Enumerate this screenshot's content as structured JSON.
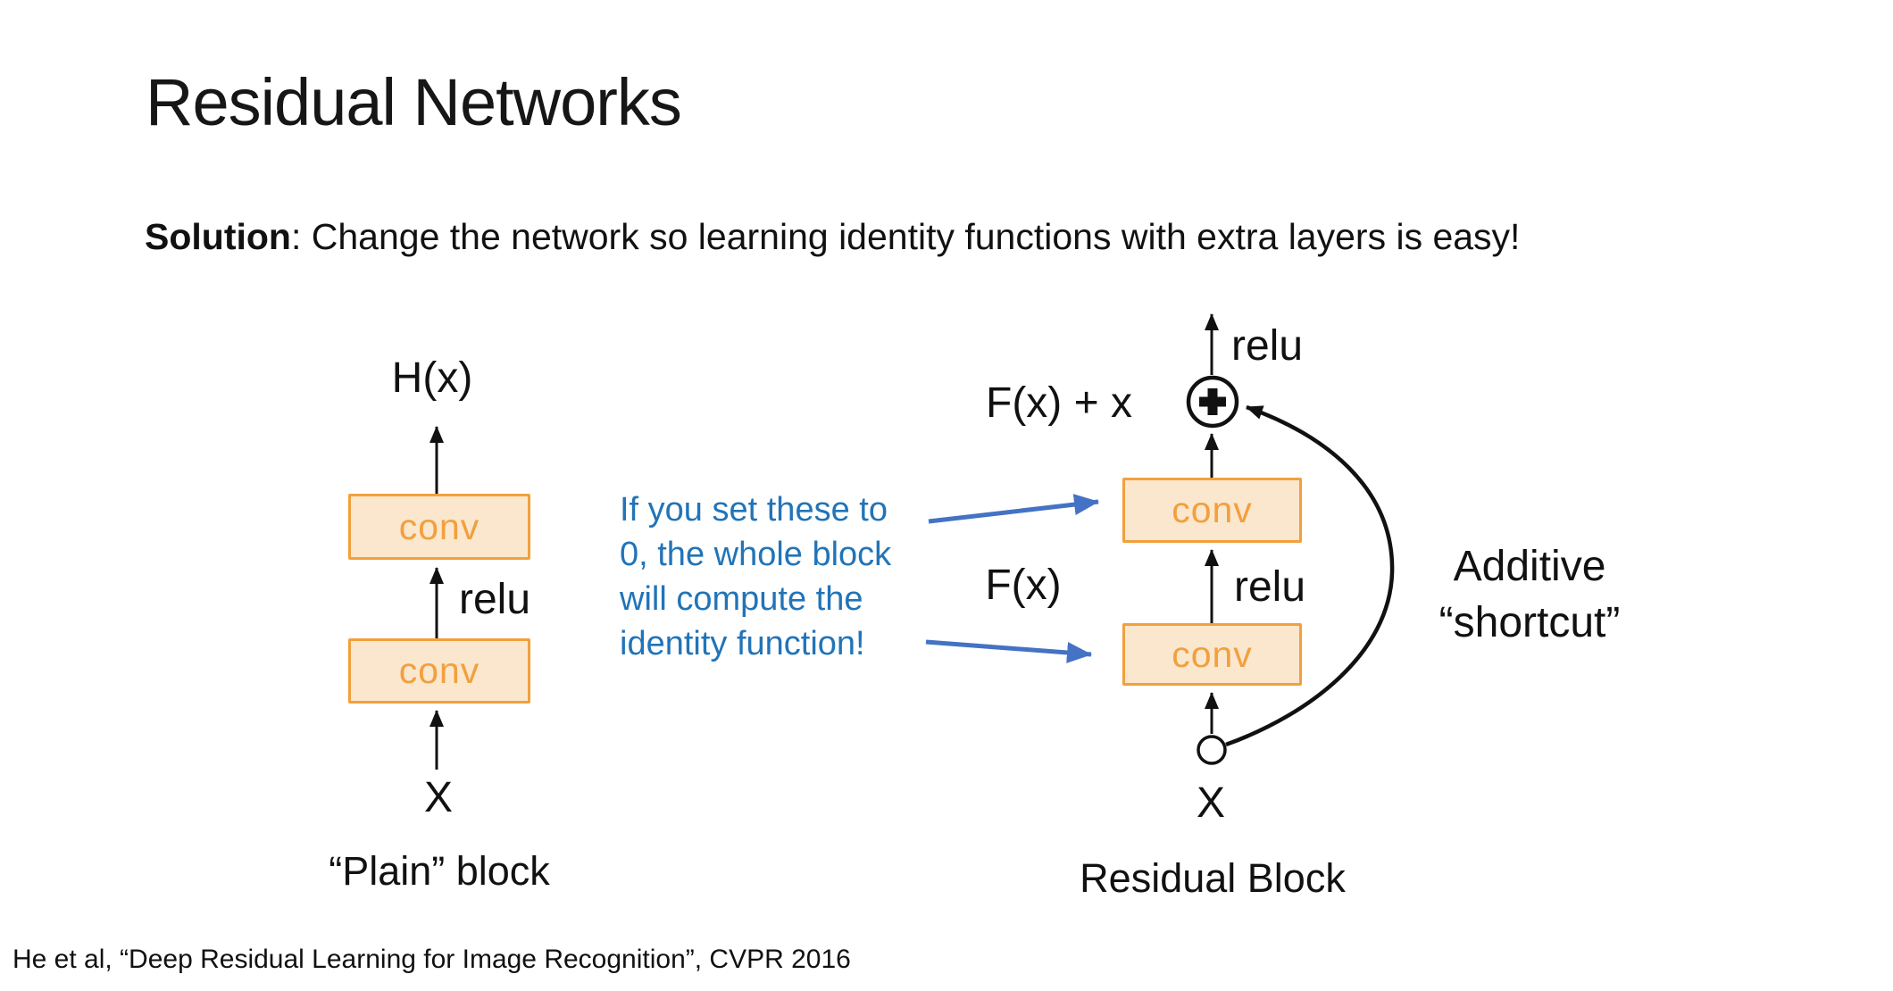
{
  "slide": {
    "title": "Residual Networks",
    "solution_bold": "Solution",
    "solution_rest": ": Change the network so learning identity functions with extra layers is easy!",
    "citation": "He et al, “Deep Residual Learning for Image Recognition”, CVPR 2016"
  },
  "colors": {
    "conv_fill": "#fae7ce",
    "conv_border": "#f2a03d",
    "conv_text": "#f2a03d",
    "annotation_blue": "#2174b8",
    "arrow_blue": "#4472c4",
    "diagram_black": "#111111"
  },
  "plain_block": {
    "output_label": "H(x)",
    "conv_top_label": "conv",
    "relu_label": "relu",
    "conv_bottom_label": "conv",
    "input_label": "X",
    "caption": "“Plain” block"
  },
  "residual_block": {
    "relu_top_label": "relu",
    "sum_expression": "F(x) + x",
    "conv_top_label": "conv",
    "fx_label": "F(x)",
    "relu_mid_label": "relu",
    "conv_bottom_label": "conv",
    "input_label": "X",
    "caption": "Residual Block",
    "shortcut_note_line1": "Additive",
    "shortcut_note_line2": "“shortcut”"
  },
  "annotation": {
    "lines": [
      "If you set these to",
      "0, the whole block",
      "will compute the",
      "identity function!"
    ]
  }
}
